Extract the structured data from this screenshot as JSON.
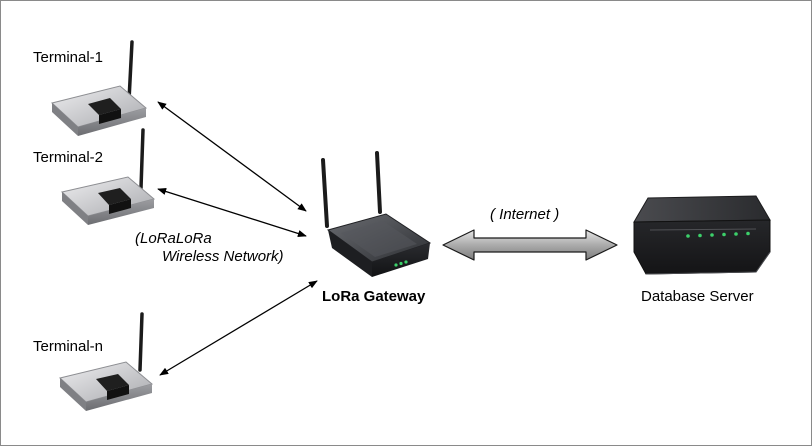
{
  "terminals": [
    {
      "label": "Terminal-1"
    },
    {
      "label": "Terminal-2"
    },
    {
      "label": "Terminal-n"
    }
  ],
  "network": {
    "line1": "(LoRaLoRa",
    "line2": "Wireless Network)"
  },
  "gateway": {
    "label": "LoRa Gateway"
  },
  "internet": {
    "label": "( Internet )"
  },
  "server": {
    "label": "Database Server"
  },
  "colors": {
    "device_body": "#a8a9ad",
    "device_top": "#d5d6da",
    "device_dark": "#2b2b2b",
    "gateway_body": "#3c3e43",
    "server_body": "#2f3033",
    "arrow_gray": "#9a9a9a",
    "led_green": "#3cd06a"
  }
}
